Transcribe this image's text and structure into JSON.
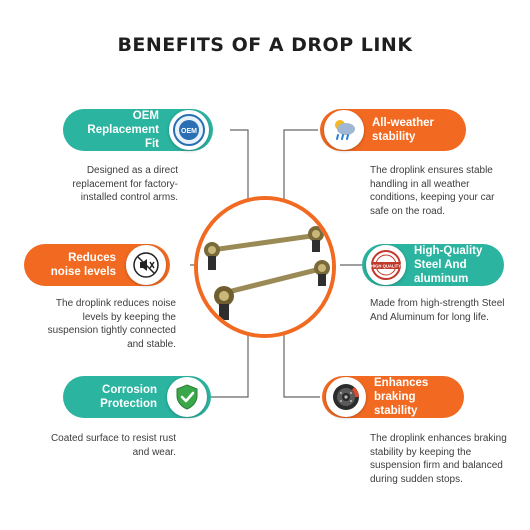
{
  "title": "BENEFITS OF A DROP LINK",
  "colors": {
    "teal": "#2bb4a0",
    "orange": "#f26a21",
    "line": "#666666"
  },
  "benefits": [
    {
      "label": "OEM Replacement Fit",
      "icon": "oem-badge-icon",
      "badge_text": "OEM",
      "desc": "Designed as a direct replacement for factory-installed control arms."
    },
    {
      "label": "All-weather stability",
      "icon": "weather-icon",
      "desc": "The droplink ensures stable handling in all weather conditions, keeping your car safe on the road."
    },
    {
      "label": "Reduces noise levels",
      "icon": "mute-icon",
      "desc": "The droplink reduces noise levels by keeping the suspension tightly connected and stable."
    },
    {
      "label": "High-Quality Steel And aluminum",
      "icon": "high-quality-stamp-icon",
      "badge_text": "HIGH QUALITY",
      "desc": "Made from high-strength Steel And Aluminum for long life."
    },
    {
      "label": "Corrosion Protection",
      "icon": "shield-check-icon",
      "desc": "Coated surface to resist rust and wear."
    },
    {
      "label": "Enhances braking stability",
      "icon": "brake-disc-icon",
      "desc": "The droplink enhances braking stability by keeping the suspension firm and balanced during sudden stops."
    }
  ]
}
